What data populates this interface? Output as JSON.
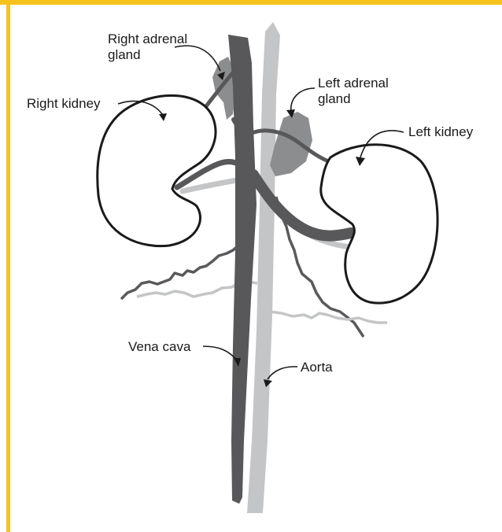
{
  "colors": {
    "border": "#f5c31c",
    "vena_cava": "#58585a",
    "aorta": "#c4c5c7",
    "adrenal": "#8c8d8f",
    "outline": "#1a1a1a"
  },
  "labels": {
    "right_adrenal_line1": "Right adrenal",
    "right_adrenal_line2": "gland",
    "left_adrenal_line1": "Left adrenal",
    "left_adrenal_line2": "gland",
    "right_kidney": "Right kidney",
    "left_kidney": "Left kidney",
    "vena_cava": "Vena cava",
    "aorta": "Aorta"
  }
}
